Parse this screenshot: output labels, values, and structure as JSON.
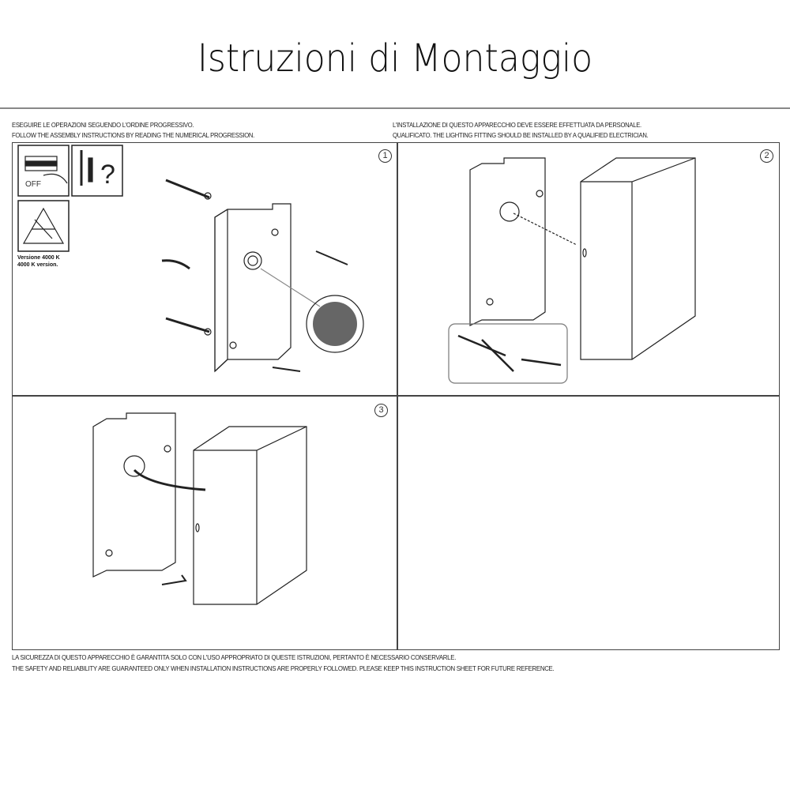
{
  "title": "Istruzioni di Montaggio",
  "header": {
    "left": [
      "ESEGUIRE LE OPERAZIONI SEGUENDO L'ORDINE PROGRESSIVO.",
      "FOLLOW THE ASSEMBLY INSTRUCTIONS BY READING THE NUMERICAL PROGRESSION."
    ],
    "right": [
      "L'INSTALLAZIONE DI QUESTO APPARECCHIO DEVE ESSERE EFFETTUATA DA PERSONALE.",
      "QUALIFICATO. THE LIGHTING FITTING SHOULD BE INSTALLED BY A QUALIFIED ELECTRICIAN."
    ]
  },
  "icons": {
    "off_label": "OFF",
    "version_it": "Versione 4000 K",
    "version_en": "4000 K version."
  },
  "steps": [
    "1",
    "2",
    "3"
  ],
  "footer": [
    "LA SICUREZZA DI QUESTO APPARECCHIO È GARANTITA SOLO CON L'USO APPROPRIATO DI QUESTE ISTRUZIONI, PERTANTO È NECESSARIO CONSERVARLE.",
    "THE SAFETY AND RELIABILITY ARE GUARANTEED ONLY WHEN INSTALLATION INSTRUCTIONS ARE PROPERLY FOLLOWED. PLEASE KEEP THIS INSTRUCTION SHEET FOR FUTURE REFERENCE."
  ]
}
